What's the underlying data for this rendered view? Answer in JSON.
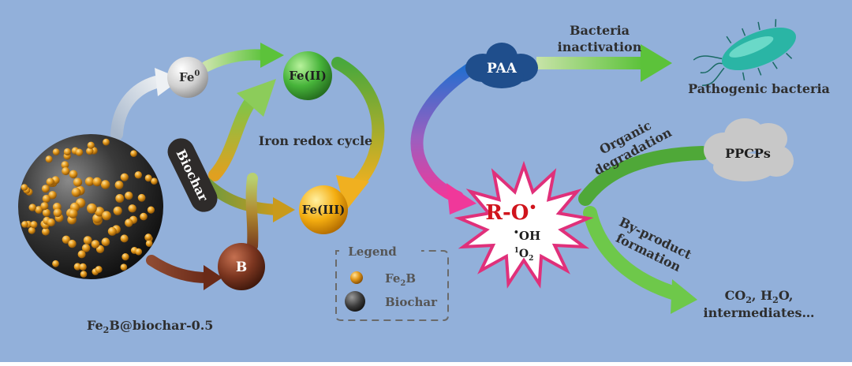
{
  "composite": {
    "label_main": "Fe",
    "label_sub": "2",
    "label_rest": "B@biochar-0.5"
  },
  "biochar_tag": {
    "label": "Biochar"
  },
  "nodes": {
    "fe0": {
      "label_main": "Fe",
      "label_sup": "0"
    },
    "fe2": {
      "label": "Fe(II)"
    },
    "fe3": {
      "label": "Fe(III)"
    },
    "boron": {
      "label": "B"
    },
    "paa": {
      "label": "PAA"
    },
    "ppcps": {
      "label": "PPCPs"
    }
  },
  "cycle": {
    "label": "Iron redox cycle"
  },
  "bacteria": {
    "arrow_line1": "Bacteria",
    "arrow_line2": "inactivation",
    "target": "Pathogenic bacteria"
  },
  "radicals": {
    "main_a": "R-O",
    "main_dot": "•",
    "oh_dot": "•",
    "oh": "OH",
    "o2_sup": "1",
    "o2": "O",
    "o2_sub": "2"
  },
  "pathways": {
    "organic_line1": "Organic",
    "organic_line2": "degradation",
    "byproduct_line1": "By-product",
    "byproduct_line2": "formation"
  },
  "products": {
    "line1_a": "CO",
    "line1_sub1": "2",
    "line1_b": ", H",
    "line1_sub2": "2",
    "line1_c": "O,",
    "line2": "intermediates…"
  },
  "legend": {
    "title": "Legend",
    "item1_main": "Fe",
    "item1_sub": "2",
    "item1_rest": "B",
    "item2": "Biochar"
  },
  "colors": {
    "background": "#92b0da",
    "fe2": "#3fb23a",
    "fe3": "#f2a60a",
    "boron": "#7a3420",
    "paa": "#1f4e8c",
    "radical_text": "#d0141c",
    "radical_border": "#e0307a",
    "text_dark": "#2e2e2e"
  }
}
